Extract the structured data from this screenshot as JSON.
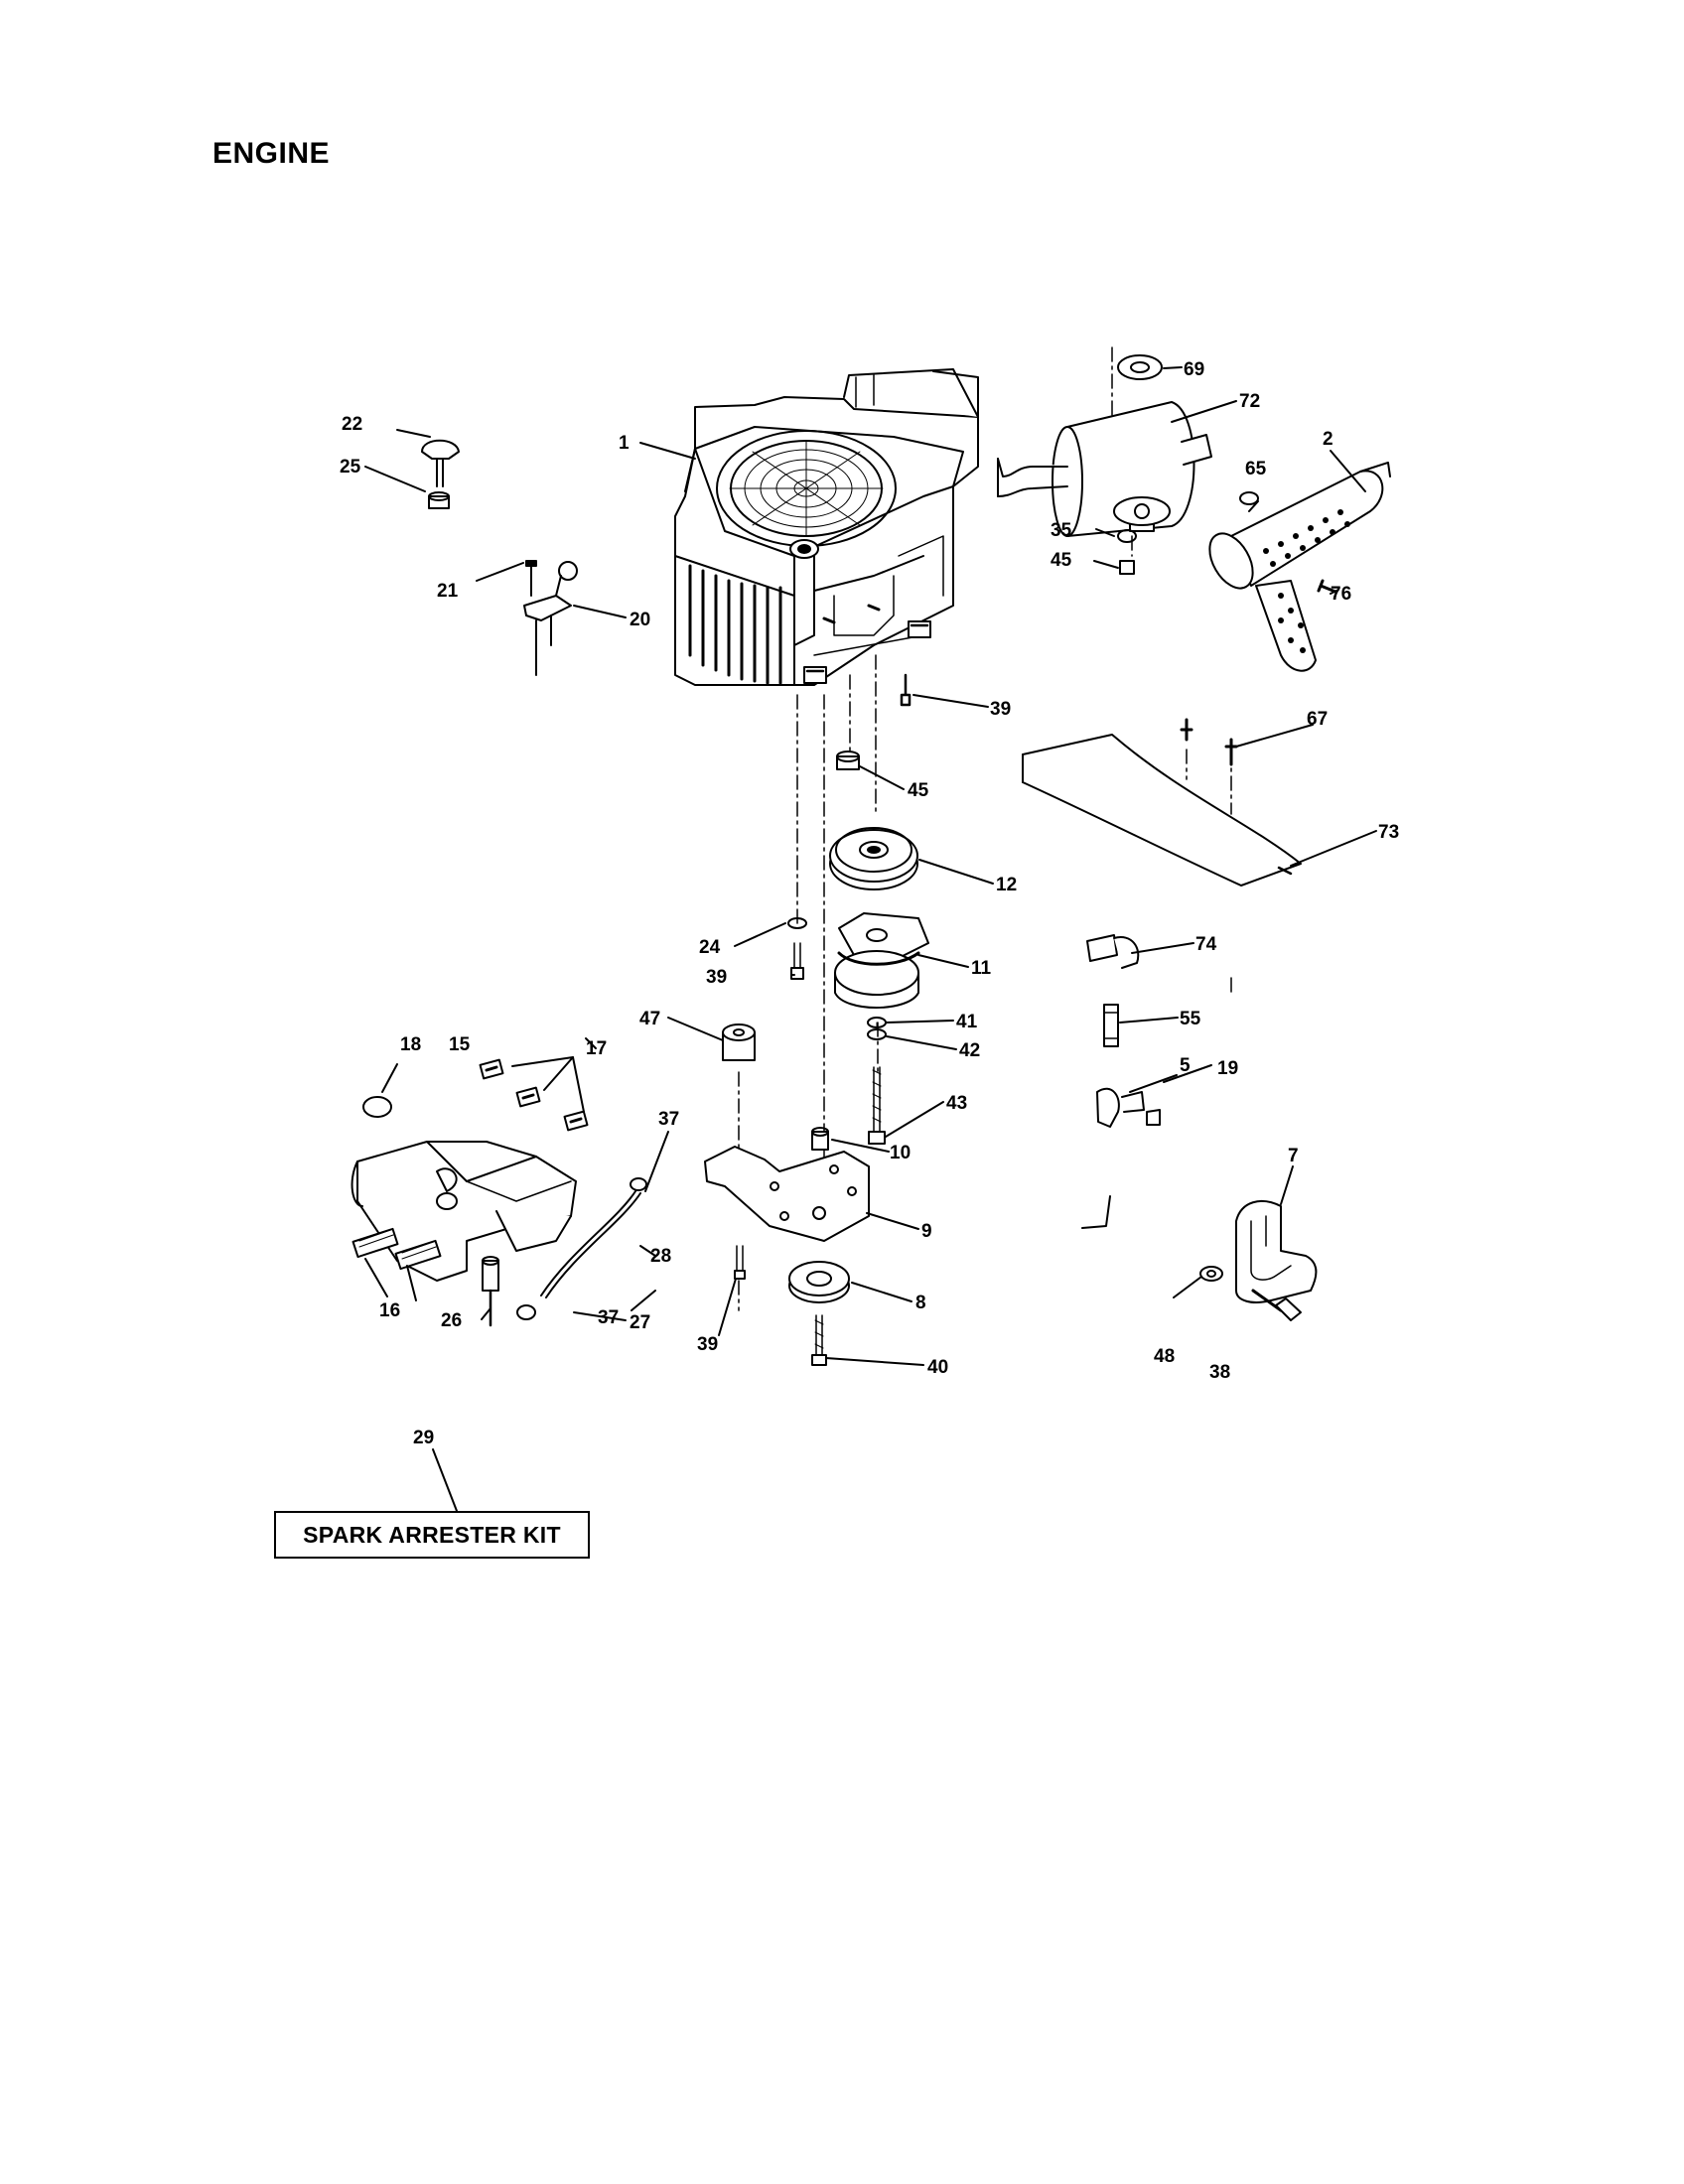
{
  "title": "ENGINE",
  "kit_label": "SPARK ARRESTER KIT",
  "callouts": [
    {
      "id": "c1",
      "label": "1"
    },
    {
      "id": "c2",
      "label": "2"
    },
    {
      "id": "c5",
      "label": "5"
    },
    {
      "id": "c7",
      "label": "7"
    },
    {
      "id": "c8",
      "label": "8"
    },
    {
      "id": "c9",
      "label": "9"
    },
    {
      "id": "c10",
      "label": "10"
    },
    {
      "id": "c11",
      "label": "11"
    },
    {
      "id": "c12",
      "label": "12"
    },
    {
      "id": "c15",
      "label": "15"
    },
    {
      "id": "c16",
      "label": "16"
    },
    {
      "id": "c17",
      "label": "17"
    },
    {
      "id": "c18",
      "label": "18"
    },
    {
      "id": "c19",
      "label": "19"
    },
    {
      "id": "c20",
      "label": "20"
    },
    {
      "id": "c21",
      "label": "21"
    },
    {
      "id": "c22",
      "label": "22"
    },
    {
      "id": "c24",
      "label": "24"
    },
    {
      "id": "c25",
      "label": "25"
    },
    {
      "id": "c26",
      "label": "26"
    },
    {
      "id": "c27",
      "label": "27"
    },
    {
      "id": "c28",
      "label": "28"
    },
    {
      "id": "c29",
      "label": "29"
    },
    {
      "id": "c35",
      "label": "35"
    },
    {
      "id": "c37a",
      "label": "37"
    },
    {
      "id": "c37b",
      "label": "37"
    },
    {
      "id": "c38",
      "label": "38"
    },
    {
      "id": "c39a",
      "label": "39"
    },
    {
      "id": "c39b",
      "label": "39"
    },
    {
      "id": "c39c",
      "label": "39"
    },
    {
      "id": "c40",
      "label": "40"
    },
    {
      "id": "c41",
      "label": "41"
    },
    {
      "id": "c42",
      "label": "42"
    },
    {
      "id": "c43",
      "label": "43"
    },
    {
      "id": "c45a",
      "label": "45"
    },
    {
      "id": "c45b",
      "label": "45"
    },
    {
      "id": "c47",
      "label": "47"
    },
    {
      "id": "c48",
      "label": "48"
    },
    {
      "id": "c55",
      "label": "55"
    },
    {
      "id": "c65",
      "label": "65"
    },
    {
      "id": "c67",
      "label": "67"
    },
    {
      "id": "c69",
      "label": "69"
    },
    {
      "id": "c72",
      "label": "72"
    },
    {
      "id": "c73",
      "label": "73"
    },
    {
      "id": "c74",
      "label": "74"
    },
    {
      "id": "c76",
      "label": "76"
    }
  ]
}
